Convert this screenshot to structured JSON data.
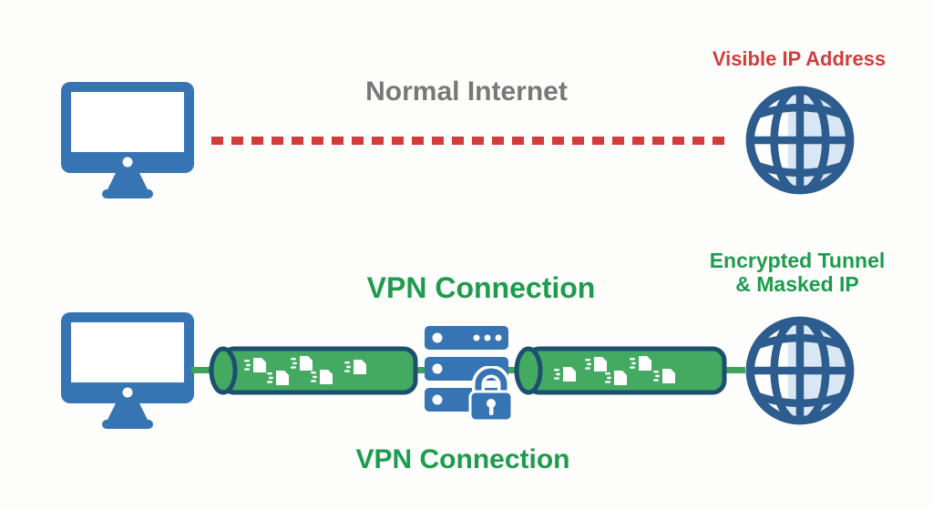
{
  "colors": {
    "icon_blue": "#3674b4",
    "globe_stroke": "#2d5c8f",
    "globe_fill_light": "#d9e6f3",
    "tunnel_green": "#44a961",
    "tunnel_outline": "#1d4f70",
    "connector_green": "#3fa35c",
    "text_green": "#1d9b4e",
    "text_red": "#d43c3c",
    "text_gray": "#787878",
    "background": "#fdfdfb"
  },
  "normal_internet": {
    "title": "Normal Internet",
    "ip_label": "Visible IP Address",
    "link_style": "red-dotted-line",
    "endpoints": [
      "computer-icon",
      "globe-icon"
    ]
  },
  "vpn": {
    "title_top": "VPN Connection",
    "title_bottom": "VPN Connection",
    "tunnel_label_line1": "Encrypted Tunnel",
    "tunnel_label_line2": "& Masked IP",
    "endpoints": [
      "computer-icon",
      "vpn-server-icon",
      "lock-icon",
      "globe-icon"
    ],
    "packets_in_left_tunnel": 5,
    "packets_in_right_tunnel": 5
  }
}
